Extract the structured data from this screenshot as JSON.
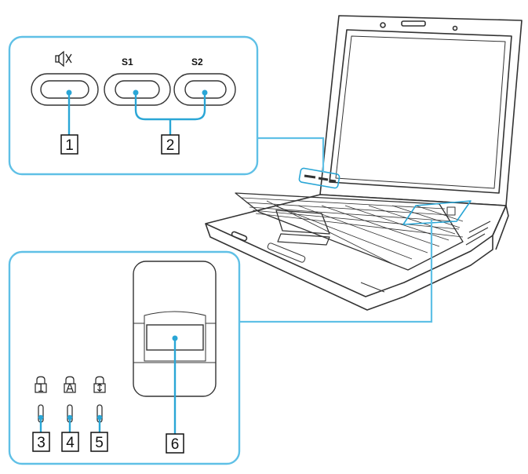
{
  "top_panel": {
    "mute_icon": "speaker-mute-icon",
    "s1_label": "S1",
    "s2_label": "S2",
    "callout_1": "1",
    "callout_2": "2"
  },
  "bottom_panel": {
    "indicator_icons": [
      "num-lock-icon",
      "caps-lock-icon",
      "scroll-lock-icon"
    ],
    "indicator_glyphs": [
      "1",
      "A",
      "↕"
    ],
    "callout_3": "3",
    "callout_4": "4",
    "callout_5": "5",
    "callout_6": "6"
  },
  "colors": {
    "callout_line": "#2aa6d6",
    "panel_border": "#5fc0e6",
    "drawing": "#333333"
  }
}
